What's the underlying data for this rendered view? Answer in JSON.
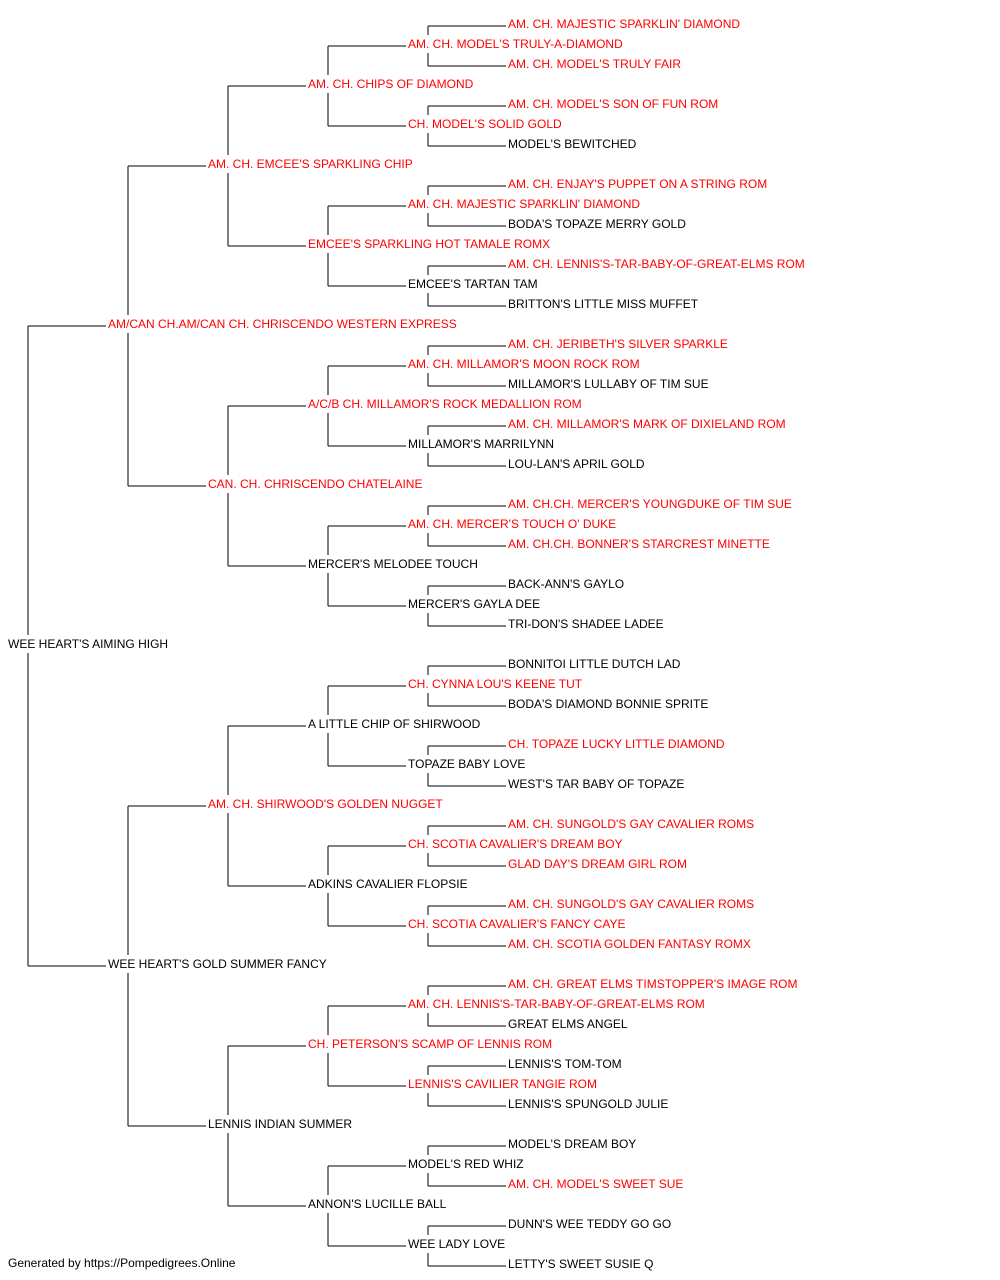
{
  "colors": {
    "titled": "#ff0000",
    "untitled": "#000000",
    "line": "#000000"
  },
  "root": {
    "name": "WEE HEART'S AIMING HIGH",
    "titled": false,
    "sire": {
      "name": "AM/CAN CH.AM/CAN CH. CHRISCENDO WESTERN EXPRESS",
      "titled": true,
      "sire": {
        "name": "AM. CH. EMCEE'S SPARKLING CHIP",
        "titled": true,
        "sire": {
          "name": "AM. CH. CHIPS OF DIAMOND",
          "titled": true,
          "sire": {
            "name": "AM. CH. MODEL'S TRULY-A-DIAMOND",
            "titled": true,
            "sire": {
              "name": "AM. CH. MAJESTIC SPARKLIN' DIAMOND",
              "titled": true
            },
            "dam": {
              "name": "AM. CH. MODEL'S TRULY FAIR",
              "titled": true
            }
          },
          "dam": {
            "name": "CH. MODEL'S SOLID GOLD",
            "titled": true,
            "sire": {
              "name": "AM. CH. MODEL'S SON OF FUN ROM",
              "titled": true
            },
            "dam": {
              "name": "MODEL'S BEWITCHED",
              "titled": false
            }
          }
        },
        "dam": {
          "name": "EMCEE'S SPARKLING HOT TAMALE ROMX",
          "titled": true,
          "sire": {
            "name": "AM. CH. MAJESTIC SPARKLIN' DIAMOND",
            "titled": true,
            "sire": {
              "name": "AM. CH. ENJAY'S PUPPET ON A STRING ROM",
              "titled": true
            },
            "dam": {
              "name": "BODA'S TOPAZE MERRY GOLD",
              "titled": false
            }
          },
          "dam": {
            "name": "EMCEE'S TARTAN TAM",
            "titled": false,
            "sire": {
              "name": "AM. CH. LENNIS'S-TAR-BABY-OF-GREAT-ELMS ROM",
              "titled": true
            },
            "dam": {
              "name": "BRITTON'S LITTLE MISS MUFFET",
              "titled": false
            }
          }
        }
      },
      "dam": {
        "name": "CAN. CH. CHRISCENDO CHATELAINE",
        "titled": true,
        "sire": {
          "name": "A/C/B CH. MILLAMOR'S ROCK MEDALLION ROM",
          "titled": true,
          "sire": {
            "name": "AM. CH. MILLAMOR'S MOON ROCK ROM",
            "titled": true,
            "sire": {
              "name": "AM. CH. JERIBETH'S SILVER SPARKLE",
              "titled": true
            },
            "dam": {
              "name": "MILLAMOR'S LULLABY OF TIM SUE",
              "titled": false
            }
          },
          "dam": {
            "name": "MILLAMOR'S MARRILYNN",
            "titled": false,
            "sire": {
              "name": "AM. CH. MILLAMOR'S MARK OF DIXIELAND ROM",
              "titled": true
            },
            "dam": {
              "name": "LOU-LAN'S APRIL GOLD",
              "titled": false
            }
          }
        },
        "dam": {
          "name": "MERCER'S MELODEE TOUCH",
          "titled": false,
          "sire": {
            "name": "AM. CH. MERCER'S TOUCH O' DUKE",
            "titled": true,
            "sire": {
              "name": "AM. CH.CH. MERCER'S YOUNGDUKE OF TIM SUE",
              "titled": true
            },
            "dam": {
              "name": "AM. CH.CH. BONNER'S STARCREST MINETTE",
              "titled": true
            }
          },
          "dam": {
            "name": "MERCER'S GAYLA DEE",
            "titled": false,
            "sire": {
              "name": "BACK-ANN'S GAYLO",
              "titled": false
            },
            "dam": {
              "name": "TRI-DON'S SHADEE LADEE",
              "titled": false
            }
          }
        }
      }
    },
    "dam": {
      "name": "WEE HEART'S GOLD SUMMER FANCY",
      "titled": false,
      "sire": {
        "name": "AM. CH. SHIRWOOD'S GOLDEN NUGGET",
        "titled": true,
        "sire": {
          "name": "A LITTLE CHIP OF SHIRWOOD",
          "titled": false,
          "sire": {
            "name": "CH. CYNNA LOU'S KEENE TUT",
            "titled": true,
            "sire": {
              "name": "BONNITOI LITTLE DUTCH LAD",
              "titled": false
            },
            "dam": {
              "name": "BODA'S DIAMOND BONNIE SPRITE",
              "titled": false
            }
          },
          "dam": {
            "name": "TOPAZE BABY LOVE",
            "titled": false,
            "sire": {
              "name": "CH. TOPAZE LUCKY LITTLE DIAMOND",
              "titled": true
            },
            "dam": {
              "name": "WEST'S TAR BABY OF TOPAZE",
              "titled": false
            }
          }
        },
        "dam": {
          "name": "ADKINS CAVALIER FLOPSIE",
          "titled": false,
          "sire": {
            "name": "CH. SCOTIA CAVALIER'S DREAM BOY",
            "titled": true,
            "sire": {
              "name": "AM. CH. SUNGOLD'S GAY CAVALIER ROMS",
              "titled": true
            },
            "dam": {
              "name": "GLAD DAY'S DREAM GIRL ROM",
              "titled": true
            }
          },
          "dam": {
            "name": "CH. SCOTIA CAVALIER'S FANCY CAYE",
            "titled": true,
            "sire": {
              "name": "AM. CH. SUNGOLD'S GAY CAVALIER ROMS",
              "titled": true
            },
            "dam": {
              "name": "AM. CH. SCOTIA GOLDEN FANTASY ROMX",
              "titled": true
            }
          }
        }
      },
      "dam": {
        "name": "LENNIS INDIAN SUMMER",
        "titled": false,
        "sire": {
          "name": "CH. PETERSON'S SCAMP OF LENNIS ROM",
          "titled": true,
          "sire": {
            "name": "AM. CH. LENNIS'S-TAR-BABY-OF-GREAT-ELMS ROM",
            "titled": true,
            "sire": {
              "name": "AM. CH. GREAT ELMS TIMSTOPPER'S IMAGE ROM",
              "titled": true
            },
            "dam": {
              "name": "GREAT ELMS ANGEL",
              "titled": false
            }
          },
          "dam": {
            "name": "LENNIS'S CAVILIER TANGIE ROM",
            "titled": true,
            "sire": {
              "name": "LENNIS'S TOM-TOM",
              "titled": false
            },
            "dam": {
              "name": "LENNIS'S SPUNGOLD JULIE",
              "titled": false
            }
          }
        },
        "dam": {
          "name": "ANNON'S LUCILLE BALL",
          "titled": false,
          "sire": {
            "name": "MODEL'S RED WHIZ",
            "titled": false,
            "sire": {
              "name": "MODEL'S DREAM BOY",
              "titled": false
            },
            "dam": {
              "name": "AM. CH. MODEL'S SWEET SUE",
              "titled": true
            }
          },
          "dam": {
            "name": "WEE LADY LOVE",
            "titled": false,
            "sire": {
              "name": "DUNN'S WEE TEDDY GO GO",
              "titled": false
            },
            "dam": {
              "name": "LETTY'S SWEET SUSIE Q",
              "titled": false
            }
          }
        }
      }
    }
  },
  "footer": {
    "text": "Generated by https://Pompedigrees.Online"
  }
}
